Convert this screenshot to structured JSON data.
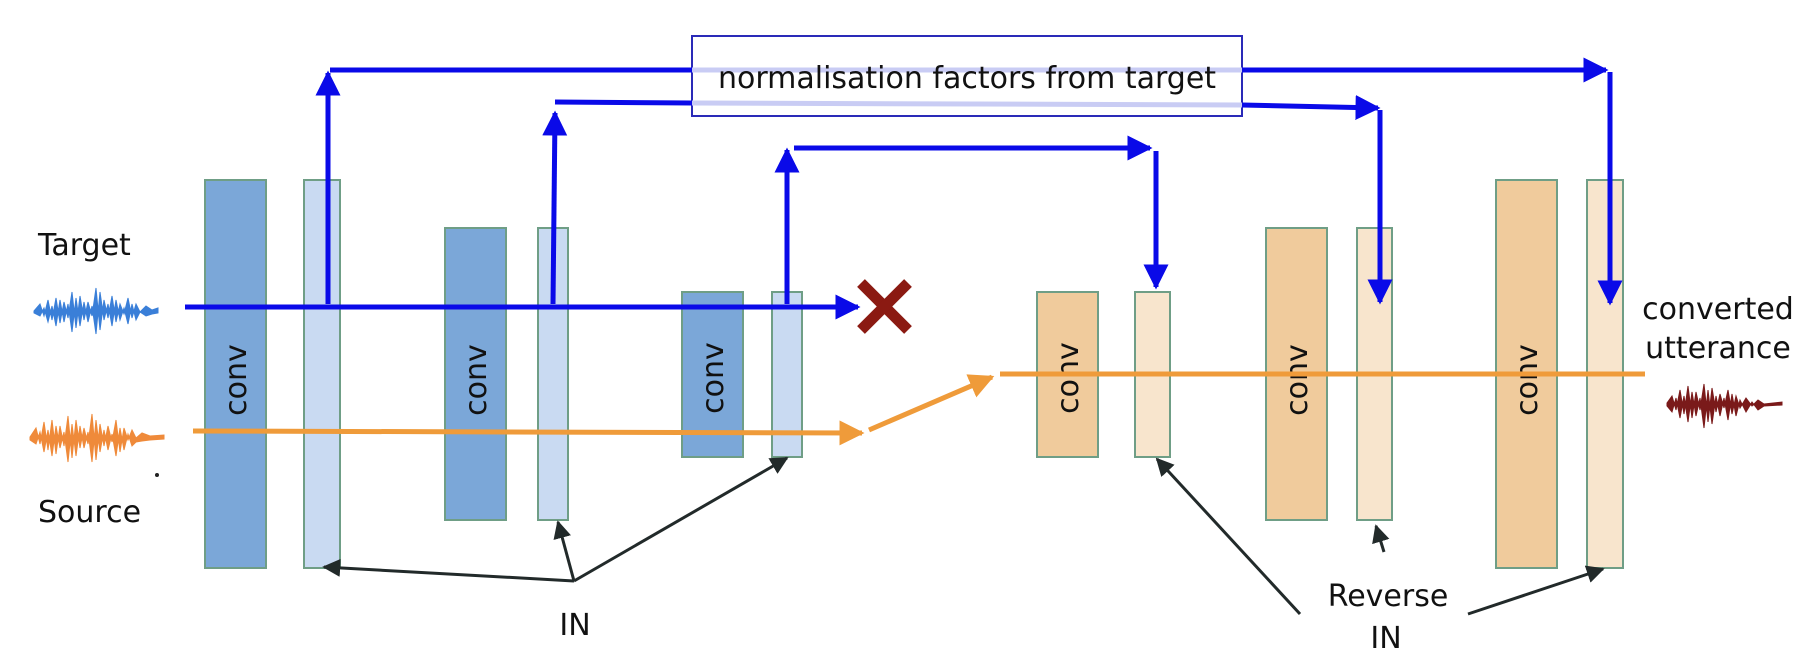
{
  "labels": {
    "target": "Target",
    "source": "Source",
    "converted_line1": "converted",
    "converted_line2": "utterance",
    "norm_box": "normalisation factors from target",
    "in": "IN",
    "reverse_in_line1": "Reverse",
    "reverse_in_line2": "IN",
    "conv": "conv"
  },
  "colors": {
    "target_flow": "#0a0ae8",
    "source_flow": "#ef9b3a",
    "encoder_conv": "#7ba7d8",
    "encoder_norm": "#c9daf2",
    "decoder_conv": "#f0cb9c",
    "decoder_norm": "#f8e5cd",
    "block_border": "#6f9e86",
    "pointer_arrow": "#222a2a",
    "stop_mark": "#8b1a12",
    "target_wave": "#3a7fd8",
    "source_wave": "#ef8a3a",
    "output_wave": "#7a1a1a"
  },
  "icons": {
    "target_waveform": "waveform-icon",
    "source_waveform": "waveform-icon",
    "output_waveform": "waveform-icon",
    "stop": "cross-icon"
  }
}
